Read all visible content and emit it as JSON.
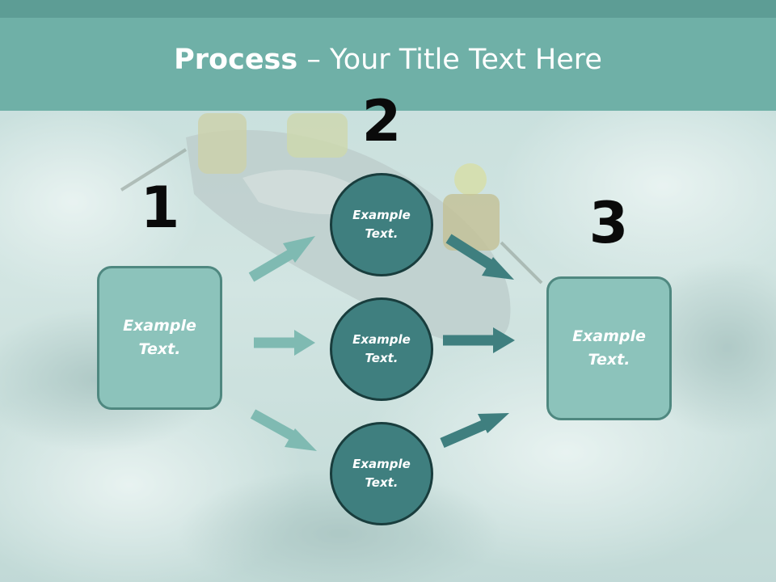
{
  "title": {
    "bold": "Process",
    "separator": " – ",
    "rest": "Your Title Text Here"
  },
  "stages": [
    {
      "number": "1",
      "label_line1": "Example",
      "label_line2": "Text."
    },
    {
      "number": "2"
    },
    {
      "number": "3",
      "label_line1": "Example",
      "label_line2": "Text."
    }
  ],
  "circles": [
    {
      "label_line1": "Example",
      "label_line2": "Text."
    },
    {
      "label_line1": "Example",
      "label_line2": "Text."
    },
    {
      "label_line1": "Example",
      "label_line2": "Text."
    }
  ],
  "colors": {
    "header": "#6fb0a7",
    "box_fill": "#8cc3bb",
    "box_border": "#4f8880",
    "circle_fill": "#3f7f7f",
    "circle_border": "#193d3d",
    "arrow_light": "#7fbab2",
    "arrow_dark": "#3f7f7f"
  },
  "background": {
    "description_icon": "whitewater-rafting-photo"
  }
}
